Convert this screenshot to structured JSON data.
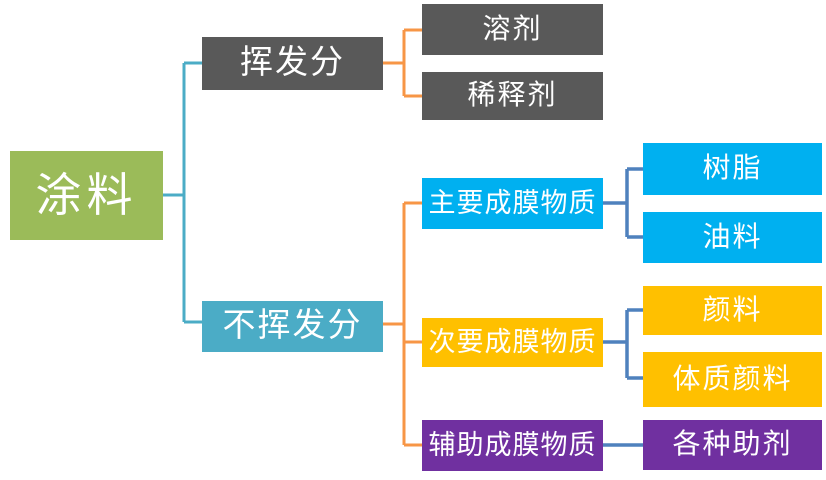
{
  "diagram": {
    "type": "hierarchy",
    "direction": "left-to-right",
    "nodes": {
      "root": {
        "label": "涂料",
        "color_key": "green"
      },
      "volatile": {
        "label": "挥发分",
        "color_key": "dark_gray"
      },
      "solvent": {
        "label": "溶剂",
        "color_key": "dark_gray"
      },
      "diluent": {
        "label": "稀释剂",
        "color_key": "dark_gray"
      },
      "nonvolatile": {
        "label": "不挥发分",
        "color_key": "teal"
      },
      "main_film": {
        "label": "主要成膜物质",
        "color_key": "cyan"
      },
      "resin": {
        "label": "树脂",
        "color_key": "cyan"
      },
      "oil": {
        "label": "油料",
        "color_key": "cyan"
      },
      "secondary_film": {
        "label": "次要成膜物质",
        "color_key": "amber"
      },
      "pigment": {
        "label": "颜料",
        "color_key": "amber"
      },
      "extender_pigment": {
        "label": "体质颜料",
        "color_key": "amber"
      },
      "auxiliary_film": {
        "label": "辅助成膜物质",
        "color_key": "purple"
      },
      "additives": {
        "label": "各种助剂",
        "color_key": "purple"
      }
    },
    "edges": [
      {
        "from": "涂料",
        "to": "挥发分"
      },
      {
        "from": "涂料",
        "to": "不挥发分"
      },
      {
        "from": "挥发分",
        "to": "溶剂"
      },
      {
        "from": "挥发分",
        "to": "稀释剂"
      },
      {
        "from": "不挥发分",
        "to": "主要成膜物质"
      },
      {
        "from": "不挥发分",
        "to": "次要成膜物质"
      },
      {
        "from": "不挥发分",
        "to": "辅助成膜物质"
      },
      {
        "from": "主要成膜物质",
        "to": "树脂"
      },
      {
        "from": "主要成膜物质",
        "to": "油料"
      },
      {
        "from": "次要成膜物质",
        "to": "颜料"
      },
      {
        "from": "次要成膜物质",
        "to": "体质颜料"
      },
      {
        "from": "辅助成膜物质",
        "to": "各种助剂"
      }
    ],
    "colors": {
      "green": "#9BBB59",
      "dark_gray": "#595959",
      "teal": "#4BACC6",
      "cyan": "#00B0F0",
      "amber": "#FFC000",
      "purple": "#7030A0",
      "connector_teal": "#4BACC6",
      "connector_orange": "#F79646",
      "connector_steel_blue": "#4F81BD",
      "background": "#FFFFFF",
      "text": "#FFFFFF"
    }
  }
}
